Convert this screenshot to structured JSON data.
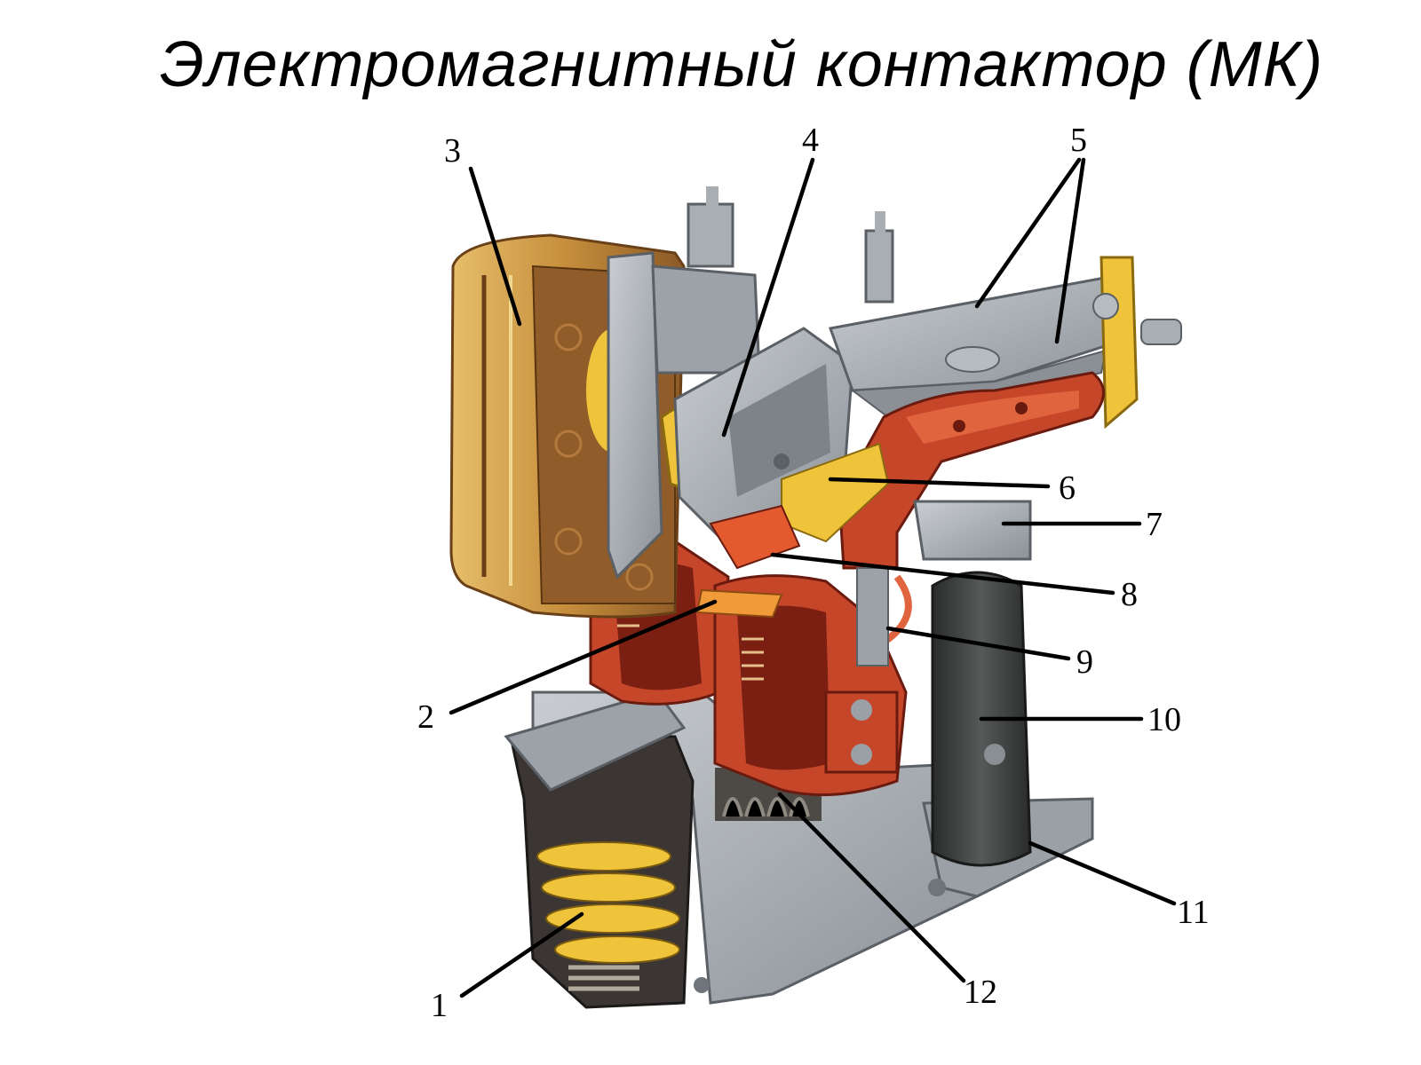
{
  "title": "Электромагнитный контактор (МК)",
  "colors": {
    "steel": "#a9aeb3",
    "steel_dark": "#6f757b",
    "copper": "#c6462a",
    "copper_dark": "#7a1f12",
    "brass": "#f0c43a",
    "coil_case": "#d5a04a",
    "coil_dark": "#8d5a25",
    "coil_black": "#3a3c3b"
  },
  "callouts": [
    {
      "id": "1",
      "label": "1"
    },
    {
      "id": "2",
      "label": "2"
    },
    {
      "id": "3",
      "label": "3"
    },
    {
      "id": "4",
      "label": "4"
    },
    {
      "id": "5",
      "label": "5"
    },
    {
      "id": "6",
      "label": "6"
    },
    {
      "id": "7",
      "label": "7"
    },
    {
      "id": "8",
      "label": "8"
    },
    {
      "id": "9",
      "label": "9"
    },
    {
      "id": "10",
      "label": "10"
    },
    {
      "id": "11",
      "label": "11"
    },
    {
      "id": "12",
      "label": "12"
    }
  ]
}
